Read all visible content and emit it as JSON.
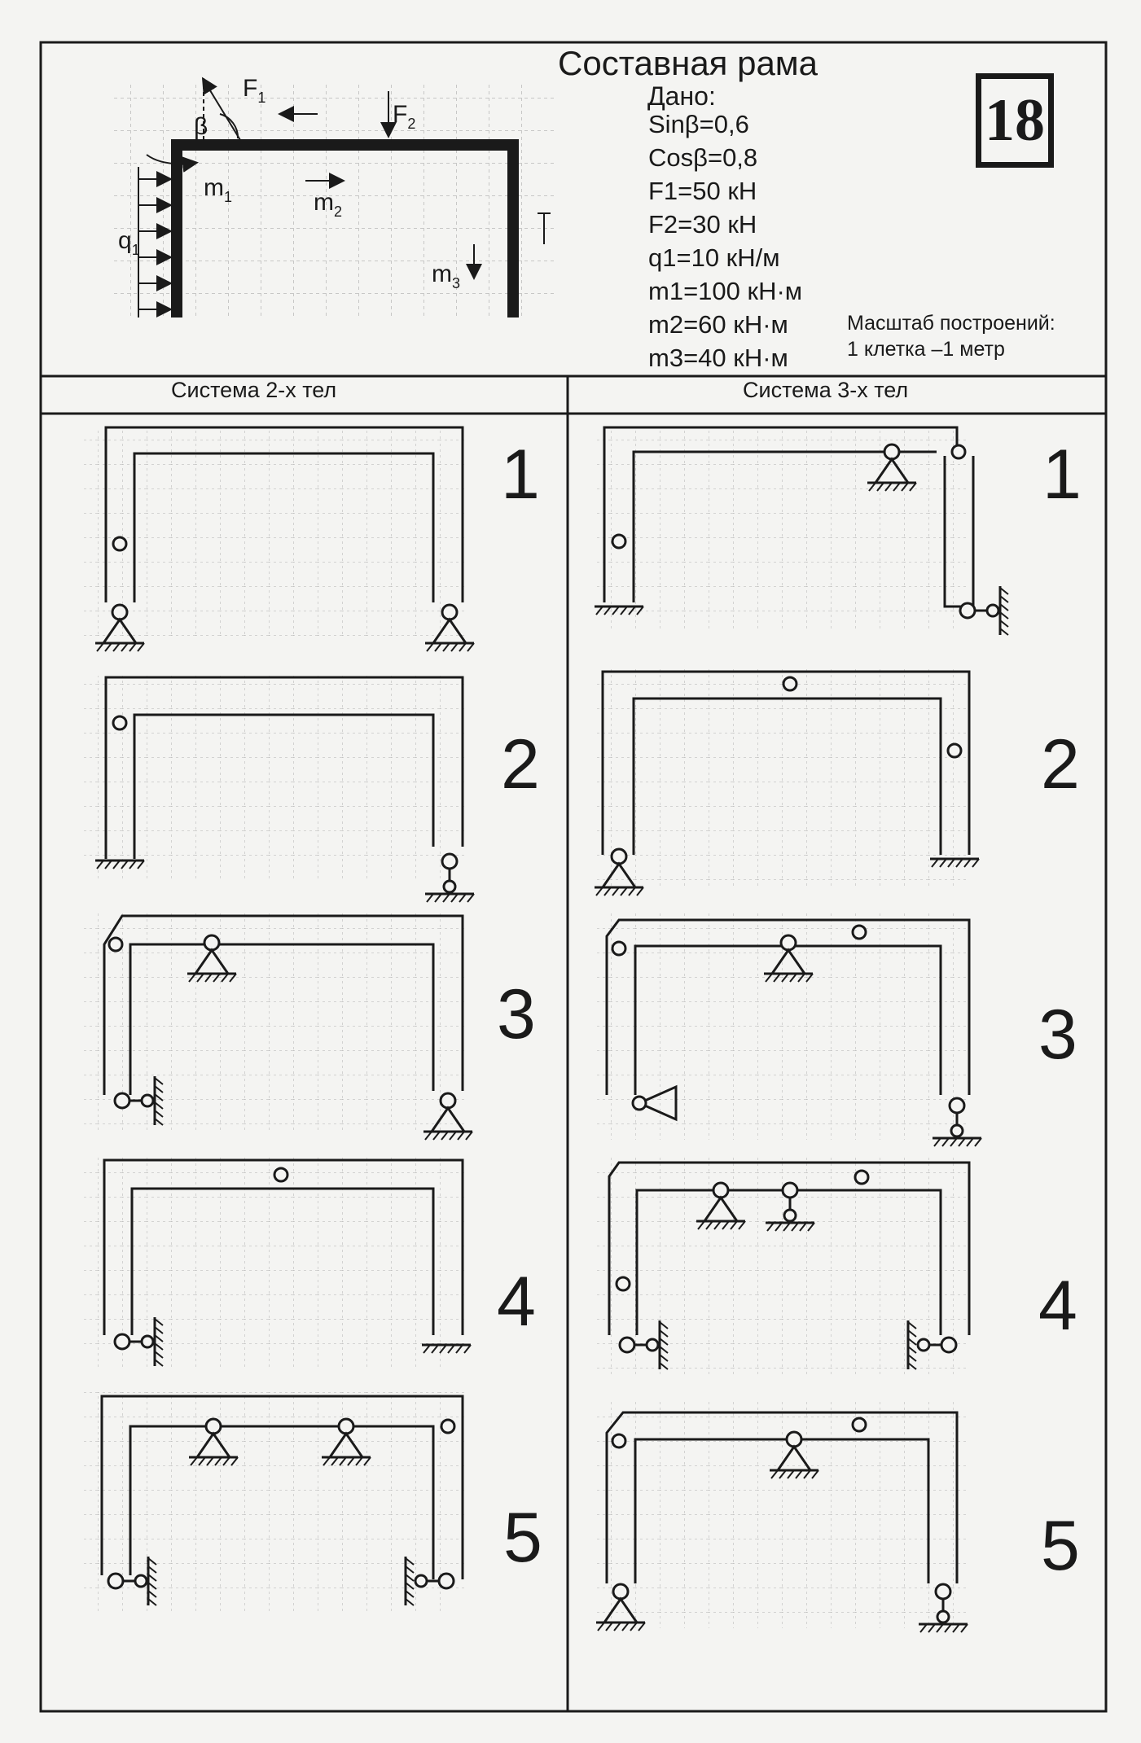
{
  "header": {
    "title": "Составная рама",
    "given_label": "Дано:",
    "variant": "18",
    "params": [
      "Sinβ=0,6",
      "Cosβ=0,8",
      "F1=50 кН",
      "F2=30 кН",
      "q1=10 кН/м",
      "m1=100 кН·м",
      "m2=60 кН·м",
      "m3=40 кН·м"
    ],
    "scale_line1": "Масштаб построений:",
    "scale_line2": "1 клетка –1 метр"
  },
  "loads": {
    "beta": "β",
    "F1": "F",
    "F1_sub": "1",
    "F2": "F",
    "F2_sub": "2",
    "q1": "q",
    "q1_sub": "1",
    "m1": "m",
    "m1_sub": "1",
    "m2": "m",
    "m2_sub": "2",
    "m3": "m",
    "m3_sub": "3"
  },
  "columns": {
    "left_title": "Система 2-х тел",
    "right_title": "Система 3-х тел"
  },
  "variants_left": [
    "1",
    "2",
    "3",
    "4",
    "5"
  ],
  "variants_right": [
    "1",
    "2",
    "3",
    "4",
    "5"
  ],
  "colors": {
    "ink": "#1a1a1a",
    "paper": "#f4f4f2",
    "grid": "#9a9a9a"
  }
}
